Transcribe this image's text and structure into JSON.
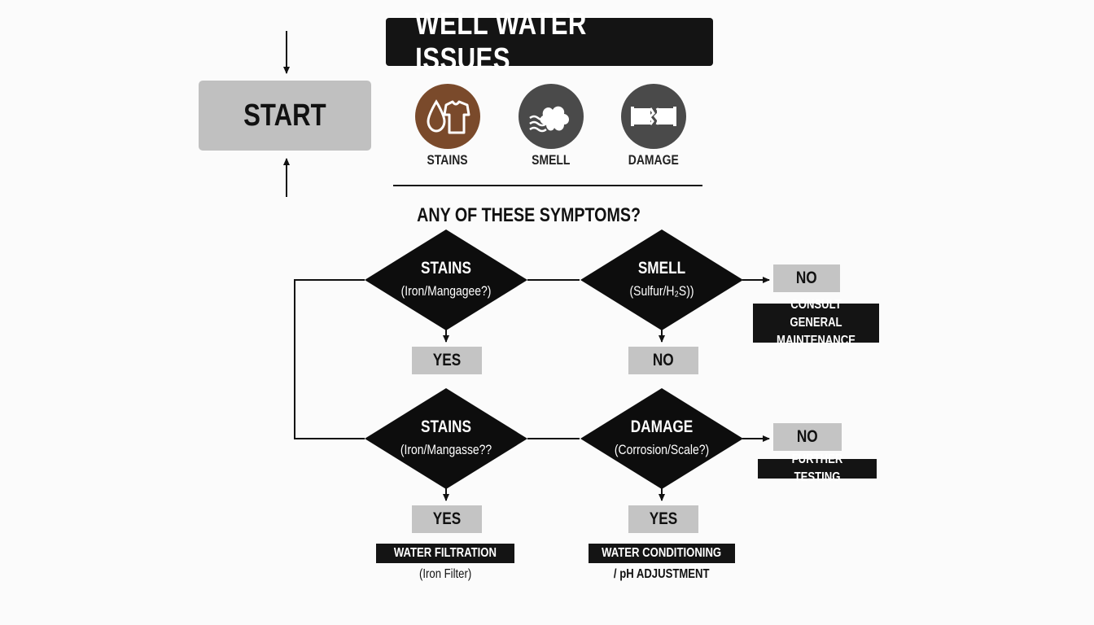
{
  "title": "WELL WATER ISSUES",
  "start": "START",
  "symptoms": [
    {
      "label": "STAINS",
      "icon": "stain-shirt-icon",
      "color": "#7a4a2b"
    },
    {
      "label": "SMELL",
      "icon": "smell-cloud-icon",
      "color": "#4a4a4a"
    },
    {
      "label": "DAMAGE",
      "icon": "broken-pipe-icon",
      "color": "#4a4a4a"
    }
  ],
  "question": "ANY OF THESE SYMPTOMS?",
  "decisions": [
    {
      "title": "STAINS",
      "sub": "(Iron/Mangagee?)"
    },
    {
      "title": "SMELL",
      "sub": "(Sulfur/H₂S))"
    },
    {
      "title": "STAINS",
      "sub": "(Iron/Mangasse??"
    },
    {
      "title": "DAMAGE",
      "sub": "(Corrosion/Scale?)"
    }
  ],
  "outcomes": {
    "yes_1": "YES",
    "no_1": "NO",
    "no_right_1": "NO",
    "consult": "CONSULT GENERAL MAINTENANCE",
    "yes_2": "YES",
    "yes_3": "YES",
    "no_right_2": "NO",
    "further": "FURTHER TESTING",
    "filtration": "WATER FILTRATION",
    "filtration_sub": "(Iron Filter)",
    "conditioning": "WATER CONDITIONING",
    "conditioning_sub": "/ pH ADJUSTMENT"
  }
}
